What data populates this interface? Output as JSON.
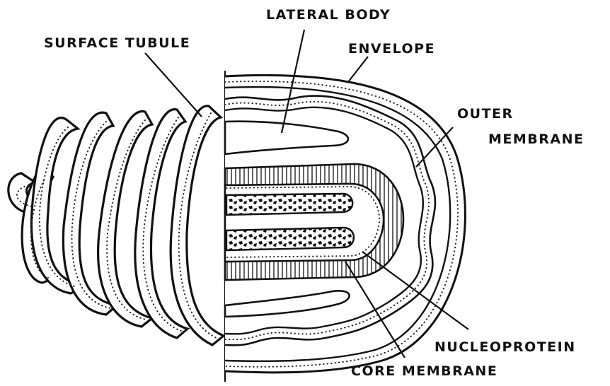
{
  "labels": {
    "lateral_body": "LATERAL BODY",
    "surface_tubule": "SURFACE TUBULE",
    "envelope": "ENVELOPE",
    "outer_membrane_1": "OUTER",
    "outer_membrane_2": "MEMBRANE",
    "nucleoprotein": "NUCLEOPROTEIN",
    "core_membrane": "CORE MEMBRANE"
  },
  "colors": {
    "ink": "#111111",
    "background": "#ffffff"
  }
}
